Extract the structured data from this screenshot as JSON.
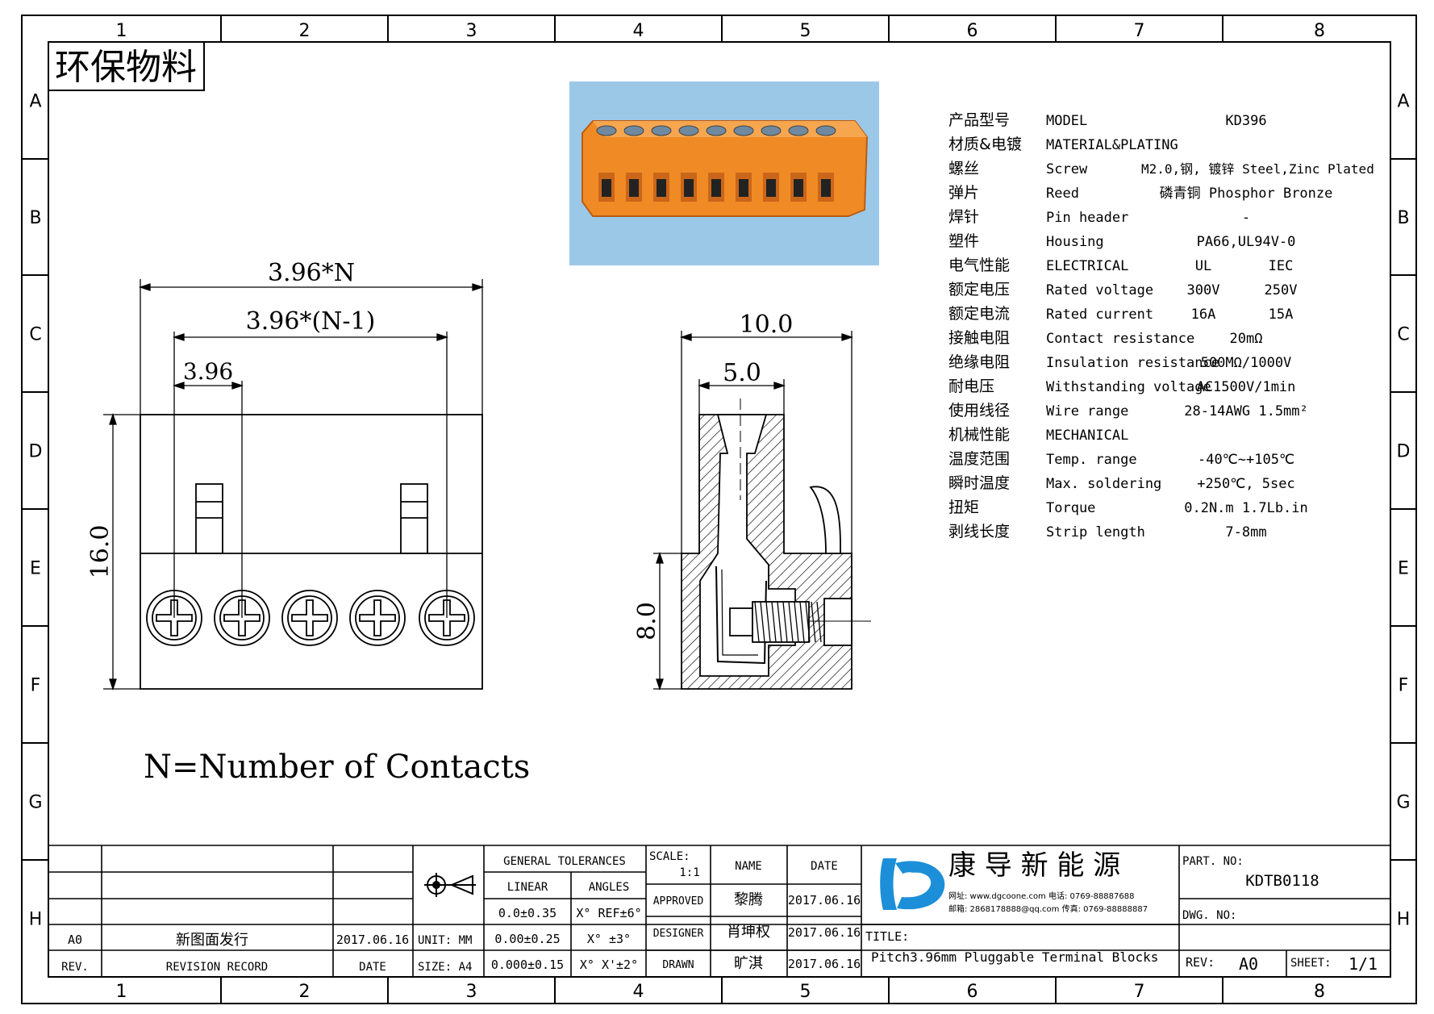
{
  "frame": {
    "cols": [
      "1",
      "2",
      "3",
      "4",
      "5",
      "6",
      "7",
      "8"
    ],
    "rows": [
      "A",
      "B",
      "C",
      "D",
      "E",
      "F",
      "G",
      "H"
    ]
  },
  "stamp": "环保物料",
  "specs": [
    {
      "cn": "产品型号",
      "en": "MODEL",
      "v1": "KD396",
      "v2": ""
    },
    {
      "cn": "材质&电镀",
      "en": "MATERIAL&PLATING",
      "v1": "",
      "v2": ""
    },
    {
      "cn": "螺丝",
      "en": "Screw",
      "v1": "M2.0,钢, 镀锌 Steel,Zinc Plated",
      "v2": ""
    },
    {
      "cn": "弹片",
      "en": "Reed",
      "v1": "磷青铜 Phosphor Bronze",
      "v2": ""
    },
    {
      "cn": "焊针",
      "en": "Pin header",
      "v1": "-",
      "v2": ""
    },
    {
      "cn": "塑件",
      "en": "Housing",
      "v1": "PA66,UL94V-0",
      "v2": ""
    },
    {
      "cn": "电气性能",
      "en": "ELECTRICAL",
      "v1": "UL",
      "v2": "IEC"
    },
    {
      "cn": "额定电压",
      "en": "Rated voltage",
      "v1": "300V",
      "v2": "250V"
    },
    {
      "cn": "额定电流",
      "en": "Rated current",
      "v1": "16A",
      "v2": "15A"
    },
    {
      "cn": "接触电阻",
      "en": "Contact resistance",
      "v1": "20mΩ",
      "v2": ""
    },
    {
      "cn": "绝缘电阻",
      "en": "Insulation resistance",
      "v1": "500MΩ/1000V",
      "v2": ""
    },
    {
      "cn": "耐电压",
      "en": "Withstanding voltage",
      "v1": "AC1500V/1min",
      "v2": ""
    },
    {
      "cn": "使用线径",
      "en": "Wire range",
      "v1": "28-14AWG 1.5mm²",
      "v2": ""
    },
    {
      "cn": "机械性能",
      "en": "MECHANICAL",
      "v1": "",
      "v2": ""
    },
    {
      "cn": "温度范围",
      "en": "Temp. range",
      "v1": "-40℃~+105℃",
      "v2": ""
    },
    {
      "cn": "瞬时温度",
      "en": "Max. soldering",
      "v1": "+250℃, 5sec",
      "v2": ""
    },
    {
      "cn": "扭矩",
      "en": "Torque",
      "v1": "0.2N.m 1.7Lb.in",
      "v2": ""
    },
    {
      "cn": "剥线长度",
      "en": "Strip length",
      "v1": "7-8mm",
      "v2": ""
    }
  ],
  "dims": {
    "total": "3.96*N",
    "n_minus_1": "3.96*(N-1)",
    "pitch": "3.96",
    "height": "16.0",
    "side_width": "10.0",
    "side_half": "5.0",
    "side_height": "8.0"
  },
  "note": "N=Number of Contacts",
  "title_block": {
    "revisions": [
      {
        "rev": "A0",
        "record": "新图面发行",
        "date": "2017.06.16"
      }
    ],
    "rev_header": {
      "rev": "REV.",
      "record": "REVISION RECORD",
      "date": "DATE"
    },
    "unit": "UNIT: MM",
    "size": "SIZE: A4",
    "gen_tol": "GENERAL TOLERANCES",
    "linear": "LINEAR",
    "angles": "ANGLES",
    "tol_rows": [
      {
        "lin": "0.0±0.35",
        "ang": "X° REF±6°"
      },
      {
        "lin": "0.00±0.25",
        "ang": "X° ±3°"
      },
      {
        "lin": "0.000±0.15",
        "ang": "X° X'±2°"
      }
    ],
    "scale_label": "SCALE:",
    "scale_value": "1:1",
    "name_hdr": "NAME",
    "date_hdr": "DATE",
    "roles": [
      {
        "role": "APPROVED",
        "name": "黎腾",
        "date": "2017.06.16"
      },
      {
        "role": "DESIGNER",
        "name": "肖坤权",
        "date": "2017.06.16"
      },
      {
        "role": "DRAWN",
        "name": "旷淇",
        "date": "2017.06.16"
      }
    ],
    "company": "康 导 新 能 源",
    "company_line1": "网址: www.dgcoone.com   电话: 0769-88887688",
    "company_line2": "邮箱: 2868178888@qq.com 传真: 0769-88888887",
    "title_label": "TITLE:",
    "title": "Pitch3.96mm Pluggable Terminal Blocks",
    "part_label": "PART. NO:",
    "part_no": "KDTB0118",
    "dwg_label": "DWG. NO:",
    "rev_label": "REV:",
    "rev_value": "A0",
    "sheet_label": "SHEET:",
    "sheet_value": "1/1"
  },
  "colors": {
    "photo_bg": "#9cc8e8",
    "housing": "#f08a24",
    "housing_dark": "#c9661a",
    "logo": "#1c8fd8"
  }
}
